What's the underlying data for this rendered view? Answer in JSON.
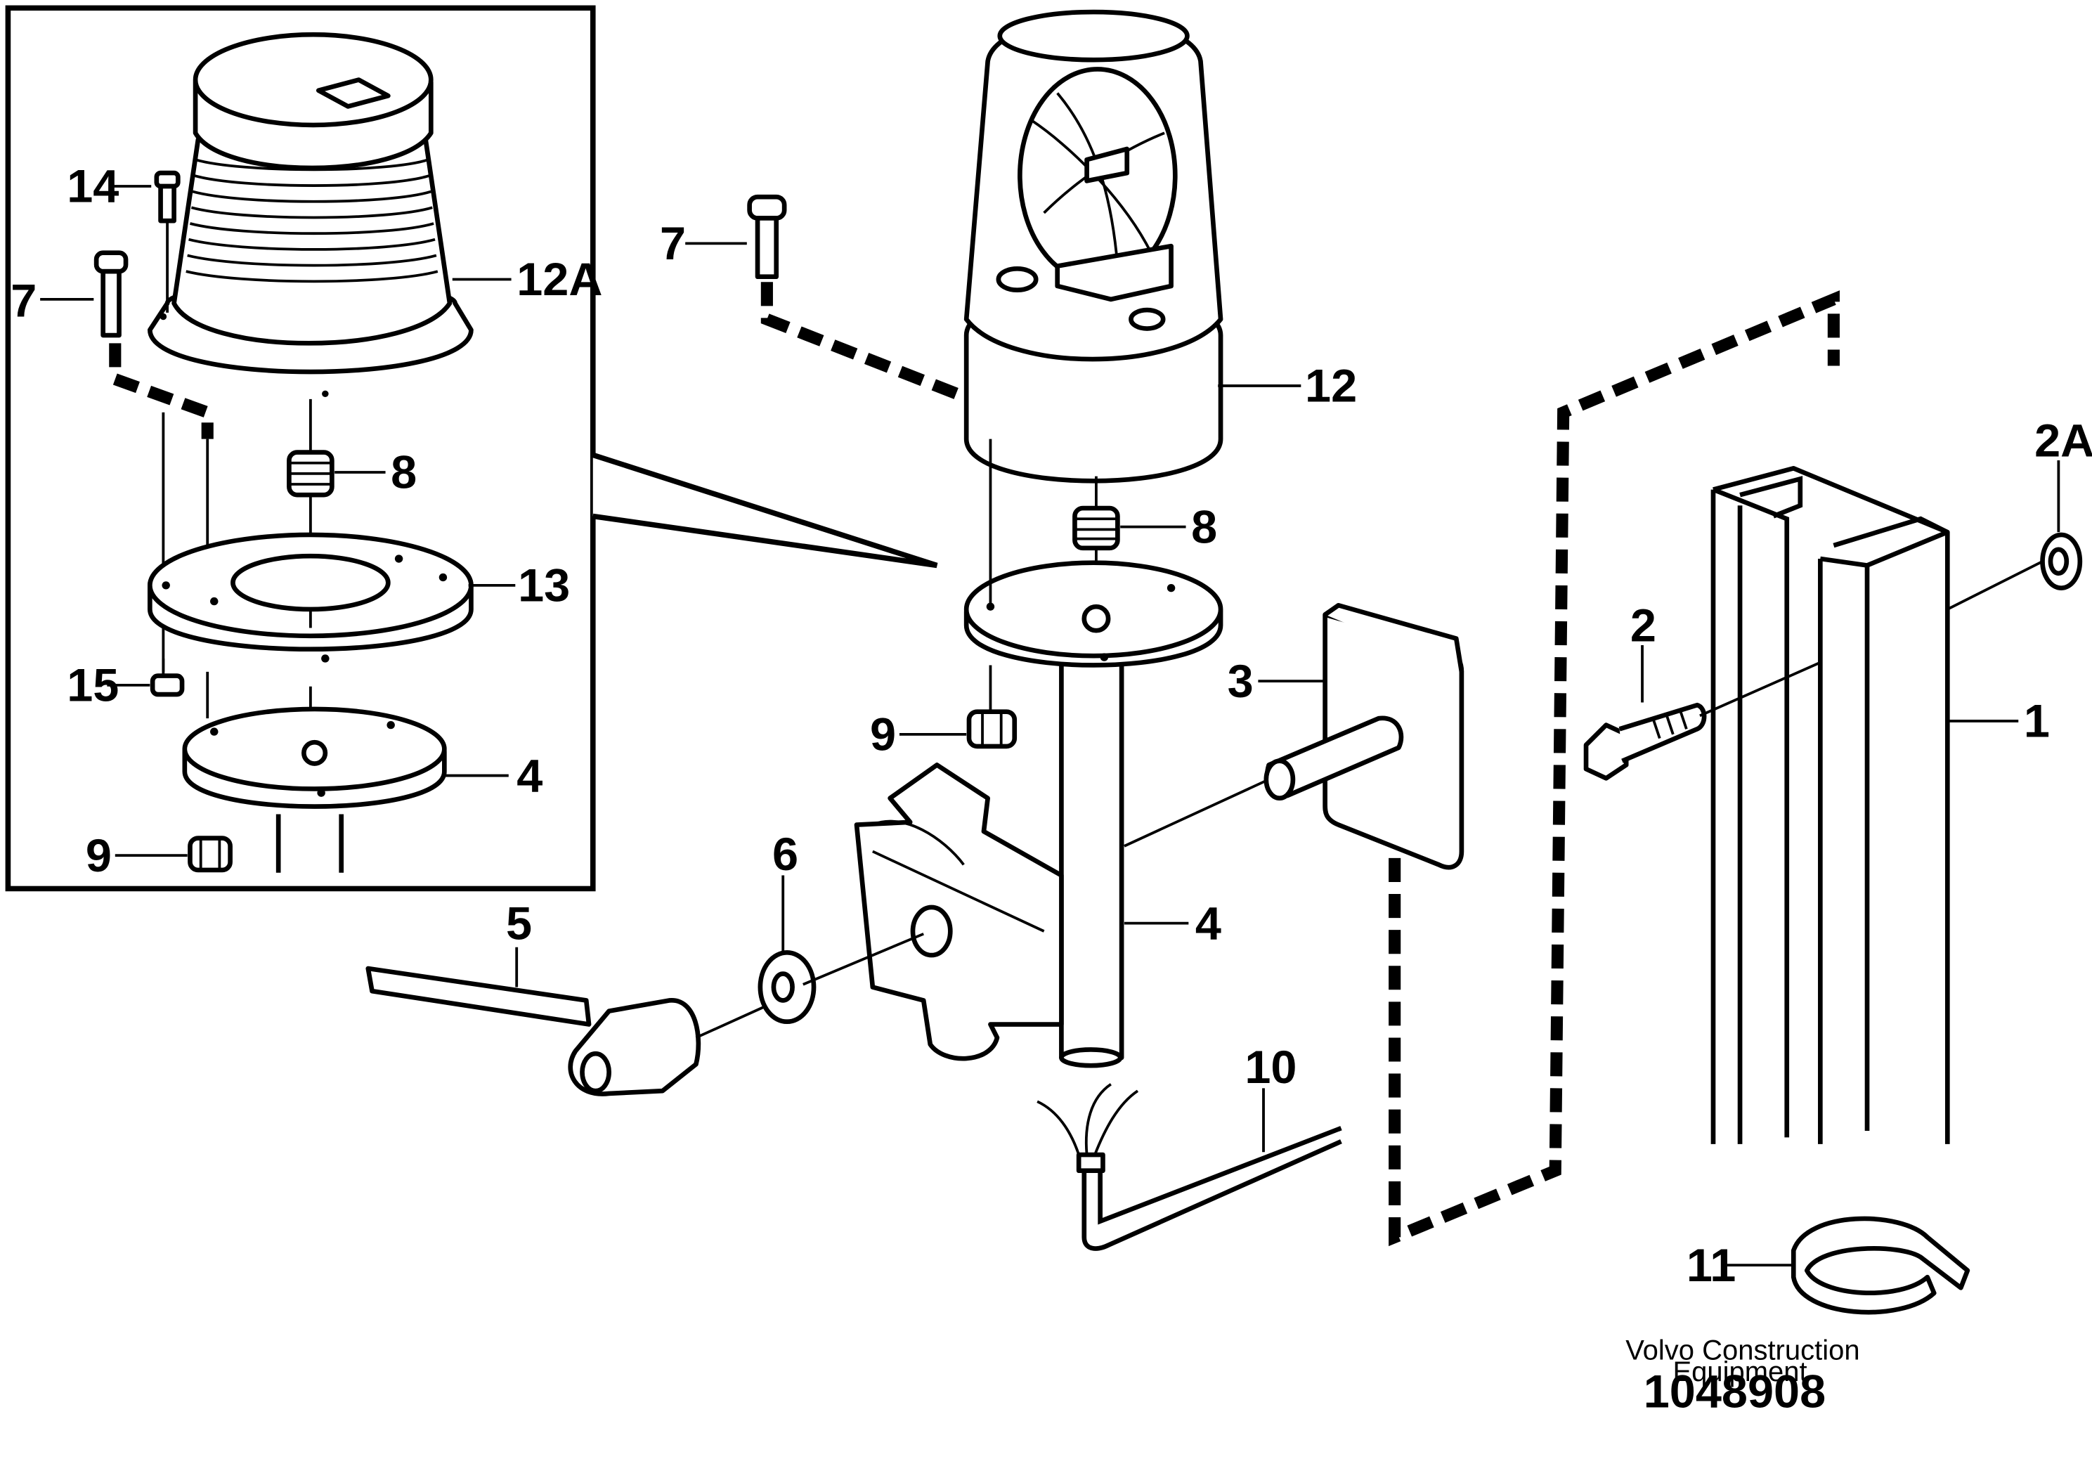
{
  "callouts": {
    "n1": "1",
    "n2": "2",
    "n2a": "2A",
    "n3": "3",
    "n4": "4",
    "n5": "5",
    "n6": "6",
    "n7": "7",
    "n8": "8",
    "n9": "9",
    "n10": "10",
    "n11": "11",
    "n12": "12",
    "n12a": "12A",
    "n13": "13",
    "n14": "14",
    "n15": "15"
  },
  "caption": {
    "maker_line1": "Volvo Construction",
    "maker_line2": "Equipment",
    "figure_number": "1048908"
  }
}
